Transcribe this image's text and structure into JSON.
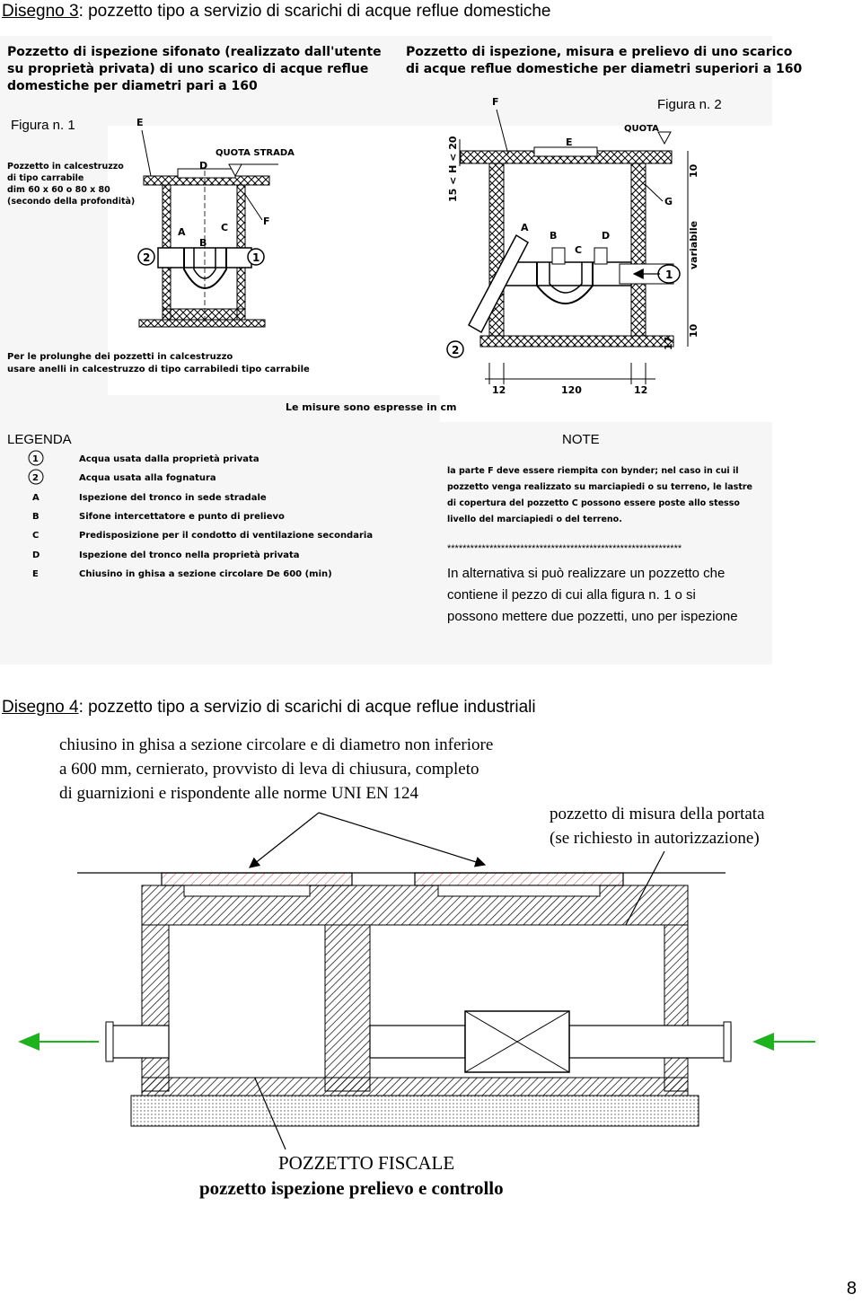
{
  "drawing3": {
    "caption_label": "Disegno 3",
    "caption_text": ": pozzetto tipo a servizio di scarichi di acque reflue domestiche",
    "fig1": {
      "title_lines": [
        "Pozzetto di ispezione sifonato (realizzato dall'utente",
        "su proprietà privata) di uno scarico di acque reflue",
        "domestiche per diametri pari a 160"
      ],
      "figure_label": "Figura n. 1",
      "material_lines": [
        "Pozzetto in calcestruzzo",
        "di tipo carrabile",
        "dim 60 x 60 o 80 x 80",
        "(secondo della profondità)"
      ],
      "quota_label": "QUOTA STRADA",
      "letters": {
        "a": "A",
        "b": "B",
        "c": "C",
        "d": "D",
        "e": "E",
        "f": "F"
      },
      "circle1": "1",
      "circle2": "2",
      "note_lines": [
        "Per le prolunghe dei pozzetti in calcestruzzo",
        "usare anelli in calcestruzzo di tipo carrabiledi tipo carrabile"
      ]
    },
    "fig2": {
      "title_lines": [
        "Pozzetto di ispezione, misura e prelievo di uno scarico",
        "di acque reflue domestiche per diametri superiori a 160"
      ],
      "figure_label": "Figura n. 2",
      "quota_label": "QUOTA",
      "letters": {
        "a": "A",
        "b": "B",
        "c": "C",
        "d": "D",
        "e": "E",
        "f": "F",
        "g": "G"
      },
      "dim_left": "15 < H < 20",
      "dim_10_top": "10",
      "dim_variabile": "variabile",
      "dim_10_bottom": "10",
      "dim_17": "17",
      "dim_12_left": "12",
      "dim_120": "120",
      "dim_12_right": "12",
      "circle1": "1",
      "circle2": "2"
    },
    "units_note": "Le misure sono espresse in cm",
    "legend": {
      "heading": "LEGENDA",
      "items": [
        {
          "key": "1",
          "text": "Acqua usata dalla proprietà privata"
        },
        {
          "key": "2",
          "text": "Acqua usata alla fognatura"
        },
        {
          "key": "A",
          "text": "Ispezione del tronco in sede stradale"
        },
        {
          "key": "B",
          "text": "Sifone intercettatore e punto di prelievo"
        },
        {
          "key": "C",
          "text": "Predisposizione per il condotto di ventilazione secondaria"
        },
        {
          "key": "D",
          "text": "Ispezione del tronco nella proprietà privata"
        },
        {
          "key": "E",
          "text": "Chiusino in ghisa a sezione circolare De 600 (min)"
        }
      ]
    },
    "note": {
      "heading": "NOTE",
      "lines": [
        "la parte F deve essere riempita con bynder; nel caso in cui il",
        "pozzetto venga realizzato su marciapiedi o su terreno, le lastre",
        "di copertura del pozzetto C possono essere poste allo stesso",
        "livello del marciapiedi o del terreno."
      ],
      "separator": "*************************************************************",
      "alt_lines": [
        "In alternativa si può realizzare un pozzetto che",
        "contiene il pezzo di cui alla figura n. 1 o si",
        "possono mettere due pozzetti, uno per ispezione"
      ]
    }
  },
  "drawing4": {
    "caption_label": "Disegno 4",
    "caption_text": ": pozzetto tipo a servizio di scarichi di acque reflue industriali",
    "top_annotation_lines": [
      "chiusino in ghisa a sezione circolare e di diametro non inferiore",
      "a 600 mm, cernierato, provvisto di leva di chiusura, completo",
      "di guarnizioni e rispondente alle norme UNI EN 124"
    ],
    "right_annotation_lines": [
      "pozzetto di misura della portata",
      "(se richiesto in autorizzazione)"
    ],
    "bottom_title": "POZZETTO FISCALE",
    "bottom_subtitle": "pozzetto ispezione prelievo e controllo",
    "arrow_color": "#1db31d"
  },
  "page_number": "8"
}
